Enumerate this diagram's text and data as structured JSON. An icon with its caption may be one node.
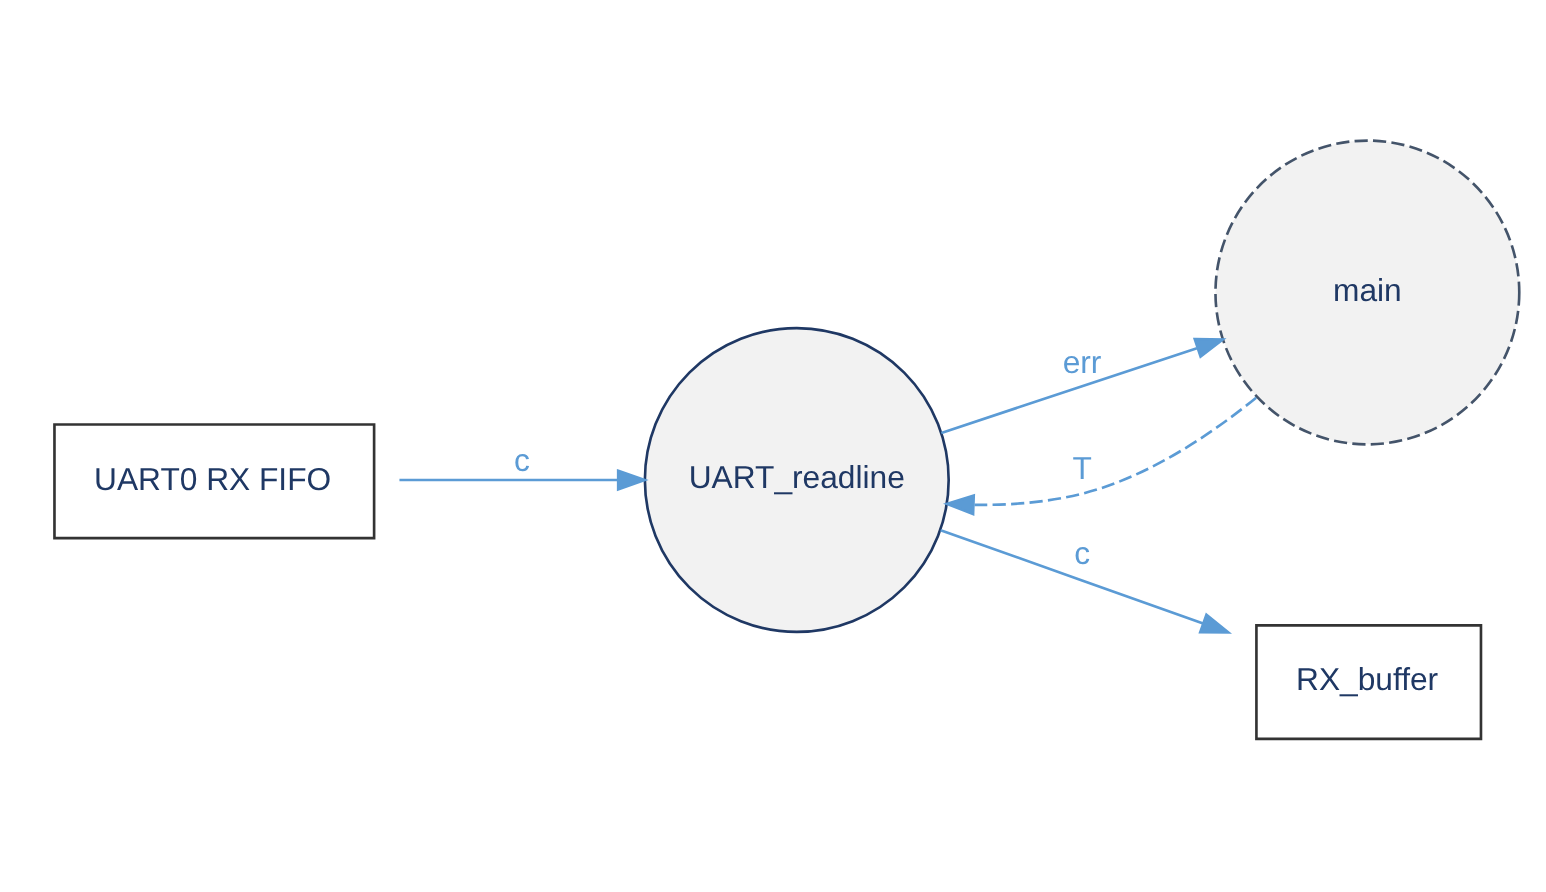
{
  "diagram": {
    "nodes": [
      {
        "text": [
          "RX_buffer"
        ]
      },
      {
        "text": [
          "main"
        ]
      },
      {
        "text": [
          "UART_readline"
        ]
      },
      {
        "text": [
          "UART0 RX FIFO"
        ]
      }
    ],
    "edges": [
      {
        "from": 1,
        "to": 2,
        "arrow": "to",
        "label": "T",
        "style": "dashed"
      },
      {
        "from": 2,
        "to": 0,
        "arrow": "to",
        "label": "c"
      },
      {
        "from": 3,
        "to": 2,
        "arrow": "to",
        "label": "c"
      },
      {
        "from": 2,
        "to": 1,
        "arrow": "to",
        "label": "err"
      }
    ]
  }
}
